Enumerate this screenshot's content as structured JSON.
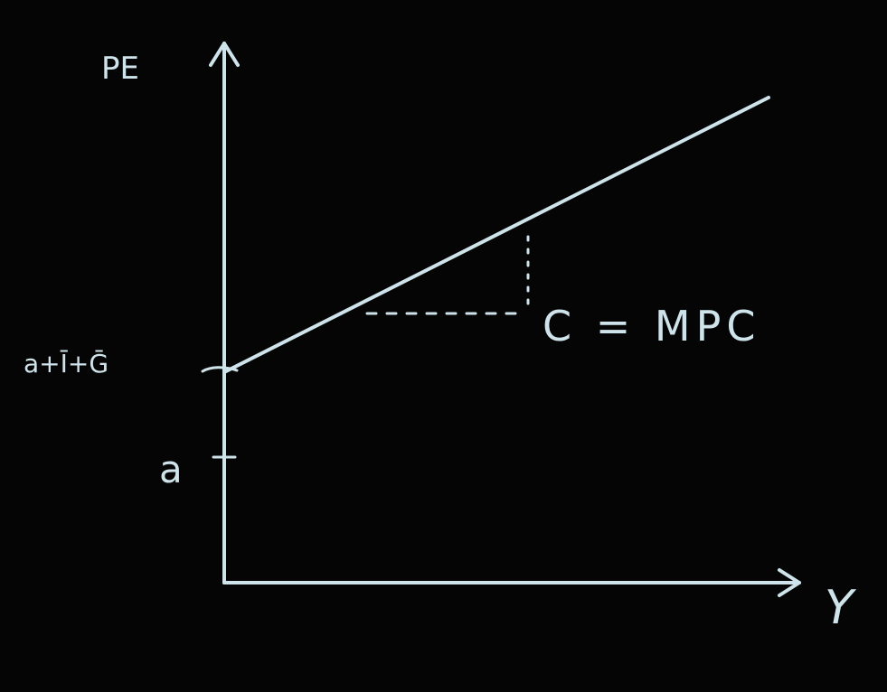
{
  "diagram": {
    "y_axis_label": "PE",
    "x_axis_label": "Y",
    "intercept_label": "a+Ī+Ḡ",
    "a_tick_label": "a",
    "slope_label": "C = MPC",
    "stroke_color": "#cfe3ea",
    "background_color": "#050505"
  }
}
